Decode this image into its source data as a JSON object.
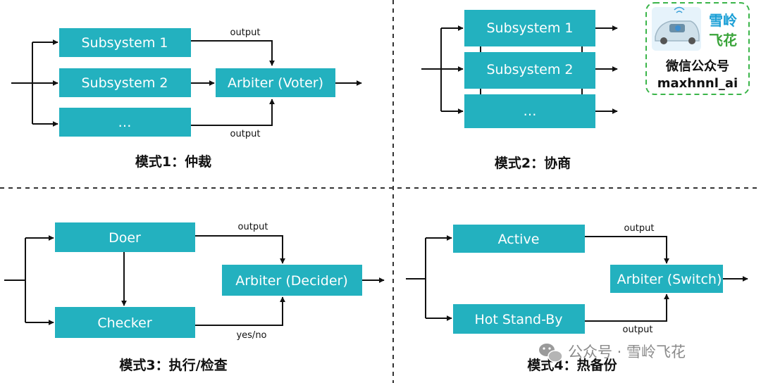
{
  "panel1": {
    "subsystem1": "Subsystem 1",
    "subsystem2": "Subsystem 2",
    "ellipsis": "…",
    "arbiter": "Arbiter (Voter)",
    "output_top": "output",
    "output_bottom": "output",
    "caption": "模式1：仲裁"
  },
  "panel2": {
    "subsystem1": "Subsystem 1",
    "subsystem2": "Subsystem 2",
    "ellipsis": "…",
    "caption": "模式2：协商"
  },
  "panel3": {
    "doer": "Doer",
    "checker": "Checker",
    "arbiter": "Arbiter (Decider)",
    "output": "output",
    "yesno": "yes/no",
    "caption": "模式3：执行/检查"
  },
  "panel4": {
    "active": "Active",
    "standby": "Hot Stand-By",
    "arbiter": "Arbiter (Switch)",
    "output_top": "output",
    "output_bottom": "output",
    "caption": "模式4：热备份"
  },
  "badge": {
    "title_line1": "雪岭",
    "title_line2": "飞花",
    "line1": "微信公众号",
    "line2": "maxhnnl_ai",
    "title_color1": "#1a9fd6",
    "title_color2": "#3aa43a"
  },
  "watermark": "公众号 · 雪岭飞花",
  "colors": {
    "box": "#23b1bf",
    "line": "#111111",
    "badge_border": "#3bb54a"
  }
}
